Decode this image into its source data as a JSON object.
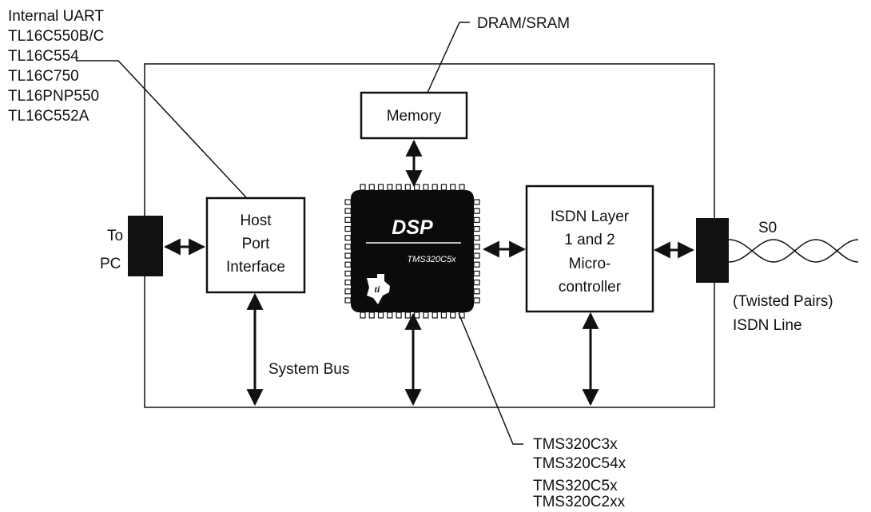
{
  "labels": {
    "uart_parts": [
      "Internal UART",
      "TL16C550B/C",
      "TL16C554",
      "TL16C750",
      "TL16PNP550",
      "TL16C552A"
    ],
    "memory_type": "DRAM/SRAM",
    "to_pc": [
      "To",
      "PC"
    ],
    "system_bus": "System Bus",
    "s0": "S0",
    "isdn_line": [
      "(Twisted Pairs)",
      "ISDN Line"
    ],
    "dsp_parts": [
      "TMS320C3x",
      "TMS320C54x",
      "TMS320C5x",
      "TMS320C2xx"
    ]
  },
  "blocks": {
    "memory": "Memory",
    "host_port": [
      "Host",
      "Port",
      "Interface"
    ],
    "dsp": {
      "title": "DSP",
      "part": "TMS320C5x",
      "logo": "texas-instruments-logo"
    },
    "isdn_controller": [
      "ISDN Layer",
      "1 and 2",
      "Micro-",
      "controller"
    ]
  },
  "colors": {
    "line": "#111111",
    "chip": "#0b0b0b",
    "background": "#ffffff"
  }
}
